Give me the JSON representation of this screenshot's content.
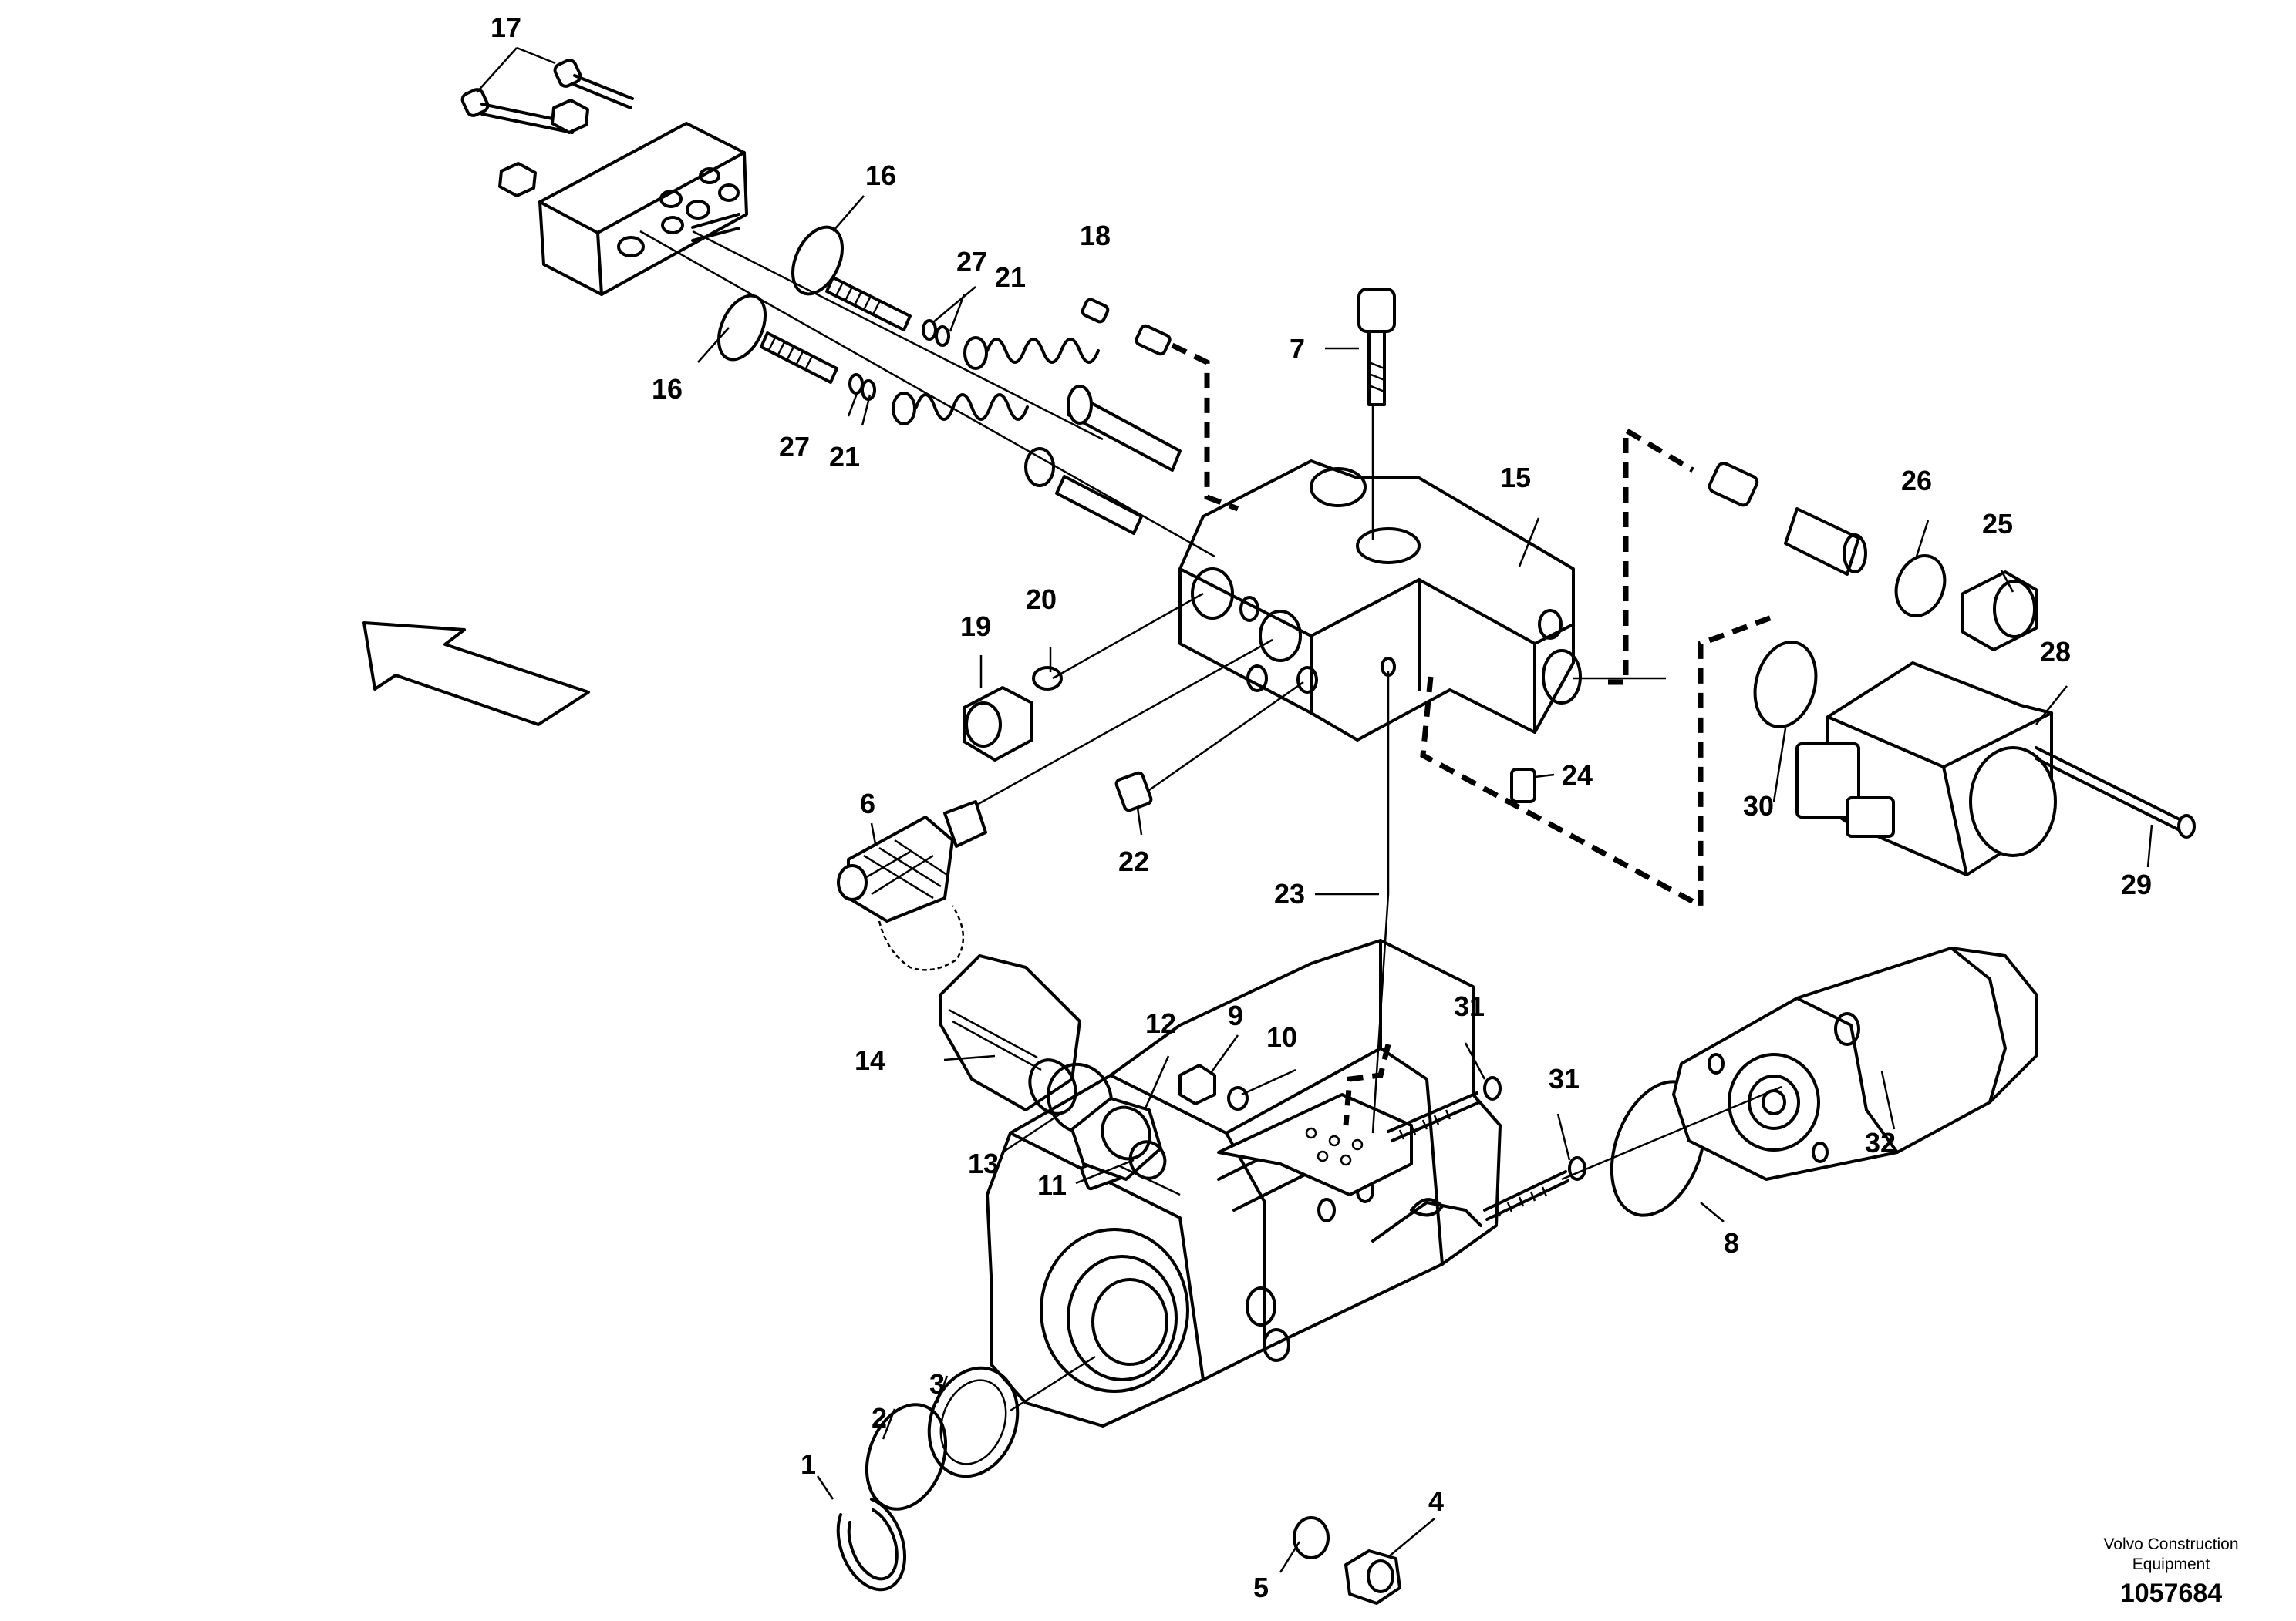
{
  "callouts": [
    {
      "id": "c1",
      "label": "1"
    },
    {
      "id": "c2",
      "label": "2"
    },
    {
      "id": "c3",
      "label": "3"
    },
    {
      "id": "c4",
      "label": "4"
    },
    {
      "id": "c5",
      "label": "5"
    },
    {
      "id": "c6",
      "label": "6"
    },
    {
      "id": "c7",
      "label": "7"
    },
    {
      "id": "c8",
      "label": "8"
    },
    {
      "id": "c9",
      "label": "9"
    },
    {
      "id": "c10",
      "label": "10"
    },
    {
      "id": "c11",
      "label": "11"
    },
    {
      "id": "c12",
      "label": "12"
    },
    {
      "id": "c13",
      "label": "13"
    },
    {
      "id": "c14",
      "label": "14"
    },
    {
      "id": "c15",
      "label": "15"
    },
    {
      "id": "c16a",
      "label": "16"
    },
    {
      "id": "c16b",
      "label": "16"
    },
    {
      "id": "c17",
      "label": "17"
    },
    {
      "id": "c18",
      "label": "18"
    },
    {
      "id": "c19",
      "label": "19"
    },
    {
      "id": "c20",
      "label": "20"
    },
    {
      "id": "c21a",
      "label": "21"
    },
    {
      "id": "c21b",
      "label": "21"
    },
    {
      "id": "c22",
      "label": "22"
    },
    {
      "id": "c23",
      "label": "23"
    },
    {
      "id": "c24",
      "label": "24"
    },
    {
      "id": "c25",
      "label": "25"
    },
    {
      "id": "c26",
      "label": "26"
    },
    {
      "id": "c27a",
      "label": "27"
    },
    {
      "id": "c27b",
      "label": "27"
    },
    {
      "id": "c28",
      "label": "28"
    },
    {
      "id": "c29",
      "label": "29"
    },
    {
      "id": "c30",
      "label": "30"
    },
    {
      "id": "c31a",
      "label": "31"
    },
    {
      "id": "c31b",
      "label": "31"
    },
    {
      "id": "c32",
      "label": "32"
    }
  ],
  "footer": {
    "company_line1": "Volvo Construction",
    "company_line2": "Equipment",
    "drawing_number": "1057684"
  }
}
